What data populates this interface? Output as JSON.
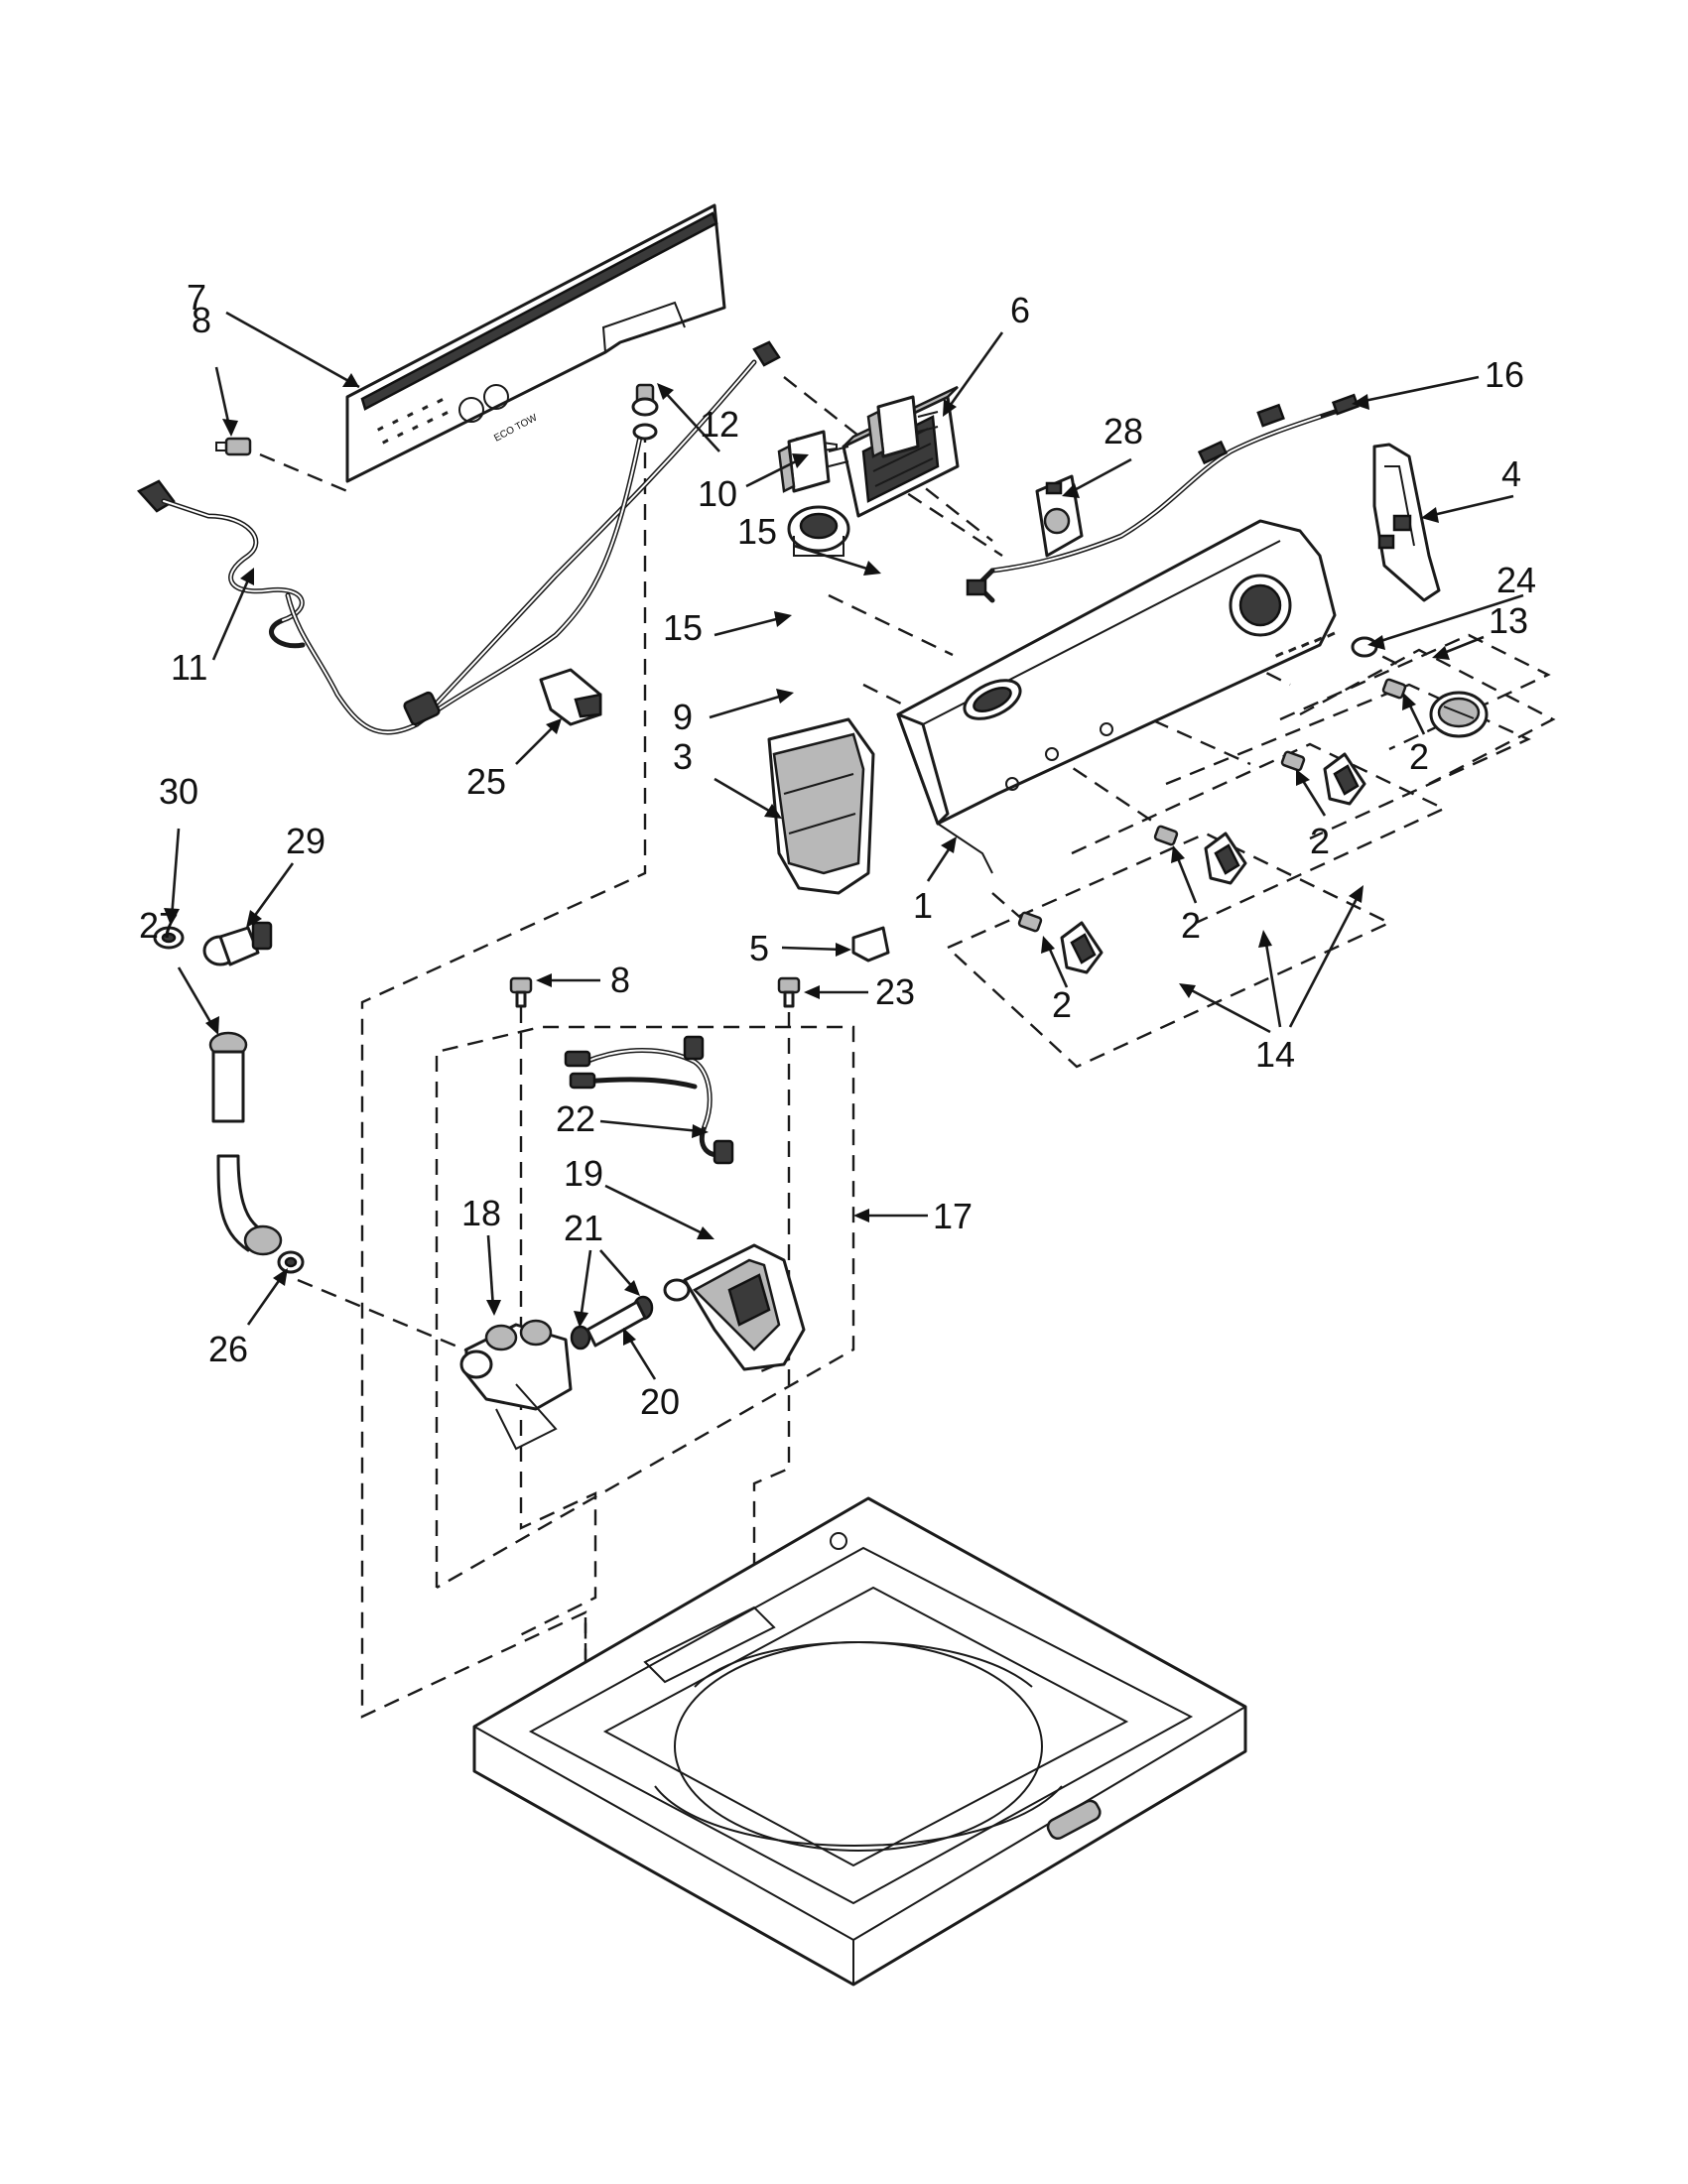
{
  "callouts": [
    {
      "id": "c7",
      "label": "7"
    },
    {
      "id": "c8a",
      "label": "8"
    },
    {
      "id": "c6",
      "label": "6"
    },
    {
      "id": "c16",
      "label": "16"
    },
    {
      "id": "c12",
      "label": "12"
    },
    {
      "id": "c28",
      "label": "28"
    },
    {
      "id": "c10",
      "label": "10"
    },
    {
      "id": "c4",
      "label": "4"
    },
    {
      "id": "c15a",
      "label": "15"
    },
    {
      "id": "c15b",
      "label": "15"
    },
    {
      "id": "c24",
      "label": "24"
    },
    {
      "id": "c13",
      "label": "13"
    },
    {
      "id": "c11",
      "label": "11"
    },
    {
      "id": "c9",
      "label": "9"
    },
    {
      "id": "c2a",
      "label": "2"
    },
    {
      "id": "c3",
      "label": "3"
    },
    {
      "id": "c25",
      "label": "25"
    },
    {
      "id": "c2b",
      "label": "2"
    },
    {
      "id": "c2c",
      "label": "2"
    },
    {
      "id": "c30",
      "label": "30"
    },
    {
      "id": "c29",
      "label": "29"
    },
    {
      "id": "c1",
      "label": "1"
    },
    {
      "id": "c27",
      "label": "27"
    },
    {
      "id": "c5",
      "label": "5"
    },
    {
      "id": "c2d",
      "label": "2"
    },
    {
      "id": "c8b",
      "label": "8"
    },
    {
      "id": "c23",
      "label": "23"
    },
    {
      "id": "c14",
      "label": "14"
    },
    {
      "id": "c22",
      "label": "22"
    },
    {
      "id": "c19",
      "label": "19"
    },
    {
      "id": "c18",
      "label": "18"
    },
    {
      "id": "c21",
      "label": "21"
    },
    {
      "id": "c17",
      "label": "17"
    },
    {
      "id": "c26",
      "label": "26"
    },
    {
      "id": "c20",
      "label": "20"
    }
  ],
  "rear_panel_marking": "ECO  TOW"
}
